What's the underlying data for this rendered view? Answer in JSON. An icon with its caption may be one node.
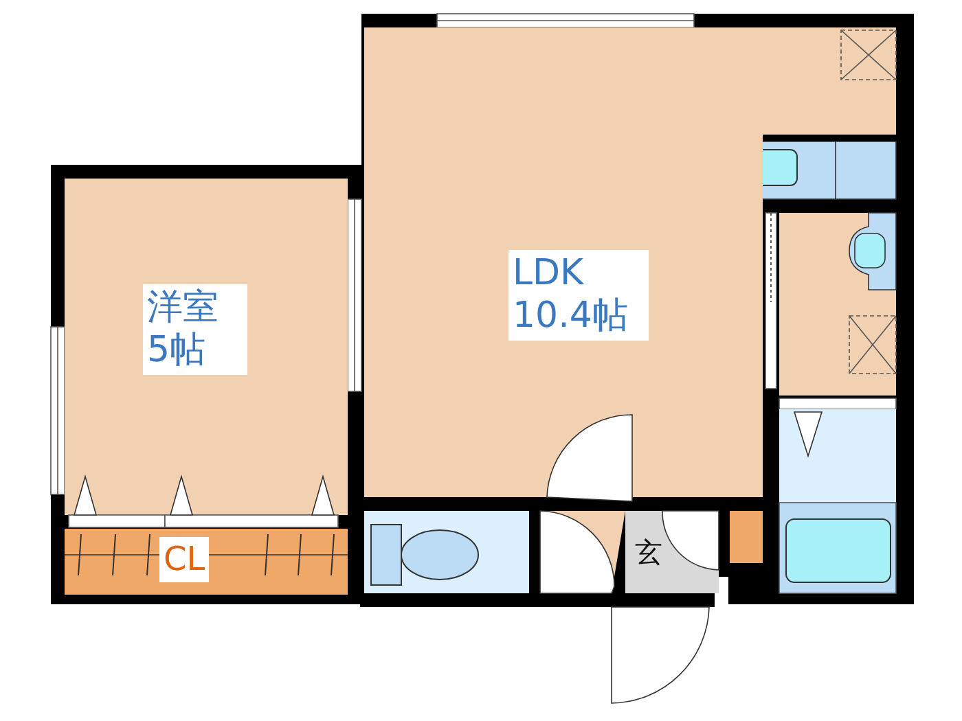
{
  "diagram": {
    "nodes": [
      {
        "text": [
          "洋室 5帖"
        ]
      },
      {
        "text": [
          "CL"
        ]
      },
      {
        "text": [
          "LDK 10.4帖"
        ]
      },
      {
        "text": [
          "玄"
        ]
      }
    ]
  }
}
